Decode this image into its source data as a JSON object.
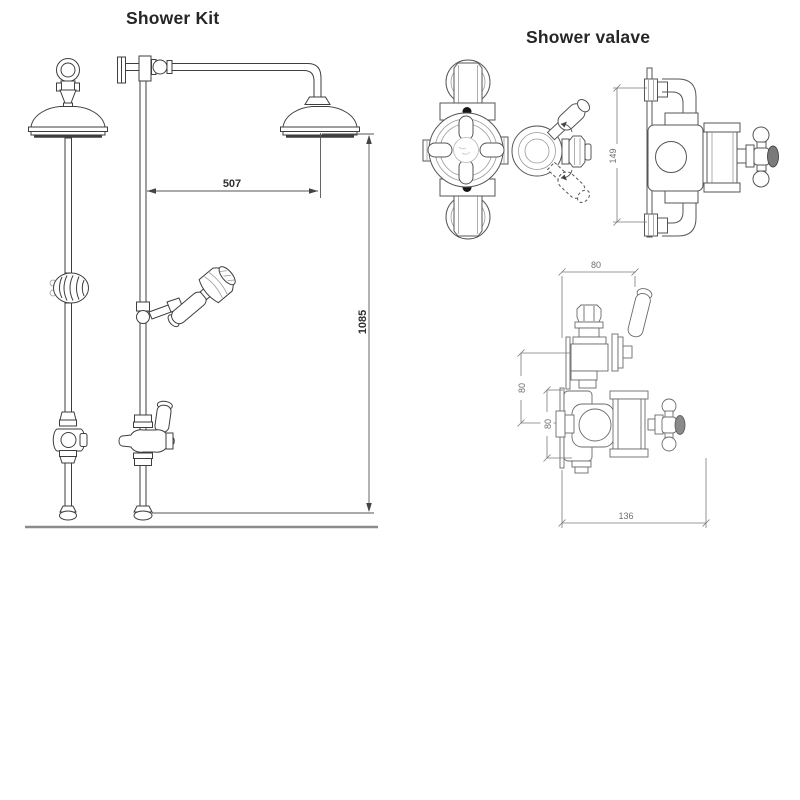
{
  "shower_kit": {
    "title": "Shower Kit",
    "dim_width": "507",
    "dim_height": "1085"
  },
  "shower_valve": {
    "title": "Shower valave",
    "dim_height": "149",
    "dim_top_width": "80",
    "dim_upper": "80",
    "dim_lower": "80",
    "dim_width": "136"
  },
  "colors": {
    "background": "#ffffff",
    "line": "#3e3e3e",
    "line_light": "#6b6b6b",
    "dimension": "#555555",
    "title_text": "#262626",
    "baseline": "#8c8c8c"
  }
}
